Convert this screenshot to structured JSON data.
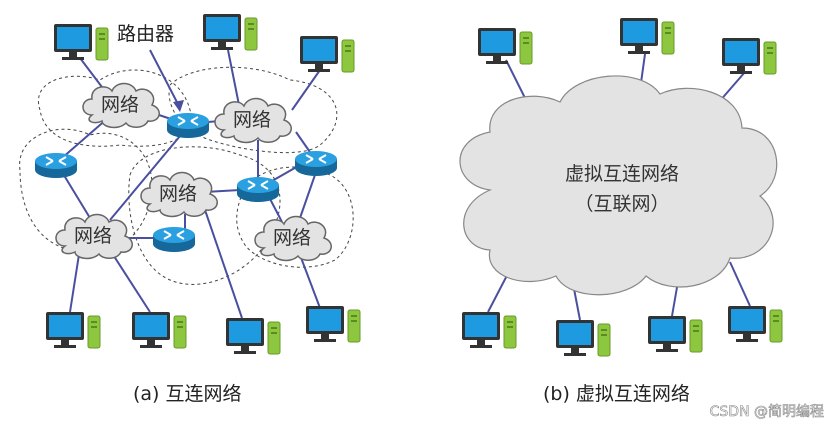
{
  "panel_a": {
    "router_label": "路由器",
    "networks": [
      "网络",
      "网络",
      "网络",
      "网络",
      "网络"
    ],
    "caption": "(a) 互连网络"
  },
  "panel_b": {
    "cloud_line1": "虚拟互连网络",
    "cloud_line2": "（互联网）",
    "caption": "(b) 虚拟互连网络"
  },
  "watermark": "CSDN @简明编程",
  "colors": {
    "link": "#4a4fa0",
    "monitor_screen": "#1e9be0",
    "tower": "#8dc63f",
    "router": "#1f8fd0",
    "cloud_fill": "#e3e3e3",
    "cloud_stroke": "#888888"
  }
}
